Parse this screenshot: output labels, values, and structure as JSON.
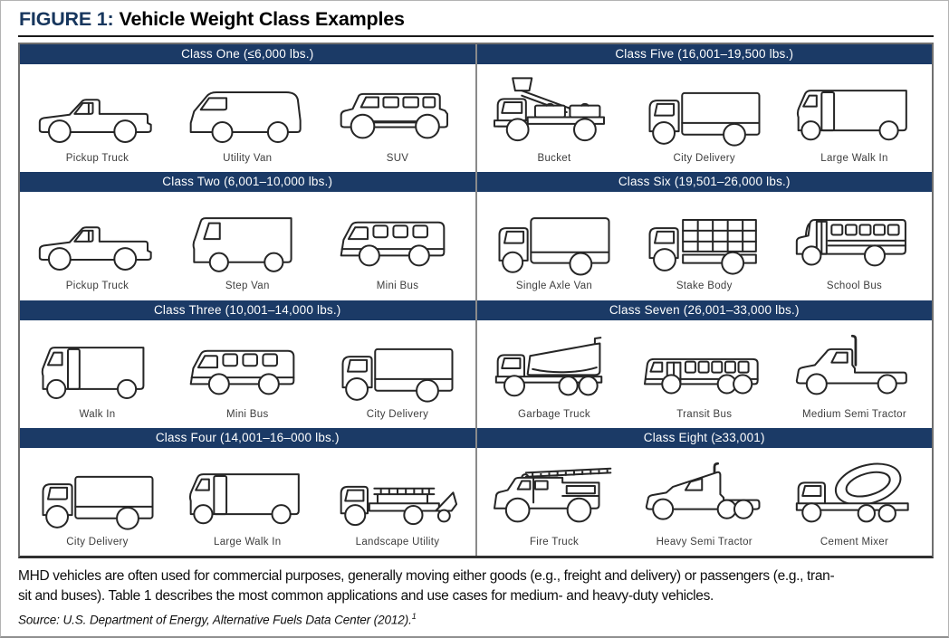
{
  "figure": {
    "label": "FIGURE 1:",
    "title": "Vehicle Weight Class Examples"
  },
  "colors": {
    "header_navy": "#1b3a66",
    "title_navy": "#17365d",
    "table_border": "#6f6f6f",
    "line_art": "#262626"
  },
  "classes": [
    {
      "title": "Class One (≤6,000 lbs.)",
      "vehicles": [
        {
          "label": "Pickup Truck",
          "icon": "pickup-truck"
        },
        {
          "label": "Utility Van",
          "icon": "utility-van"
        },
        {
          "label": "SUV",
          "icon": "suv"
        }
      ]
    },
    {
      "title": "Class Two (6,001–10,000 lbs.)",
      "vehicles": [
        {
          "label": "Pickup Truck",
          "icon": "pickup-truck"
        },
        {
          "label": "Step Van",
          "icon": "step-van"
        },
        {
          "label": "Mini Bus",
          "icon": "mini-bus"
        }
      ]
    },
    {
      "title": "Class Three (10,001–14,000 lbs.)",
      "vehicles": [
        {
          "label": "Walk In",
          "icon": "walk-in"
        },
        {
          "label": "Mini Bus",
          "icon": "mini-bus"
        },
        {
          "label": "City Delivery",
          "icon": "city-delivery"
        }
      ]
    },
    {
      "title": "Class Four (14,001–16–000 lbs.)",
      "vehicles": [
        {
          "label": "City Delivery",
          "icon": "city-delivery"
        },
        {
          "label": "Large Walk In",
          "icon": "large-walk-in"
        },
        {
          "label": "Landscape Utility",
          "icon": "landscape-utility"
        }
      ]
    },
    {
      "title": "Class Five (16,001–19,500 lbs.)",
      "vehicles": [
        {
          "label": "Bucket",
          "icon": "bucket"
        },
        {
          "label": "City Delivery",
          "icon": "city-delivery"
        },
        {
          "label": "Large Walk In",
          "icon": "large-walk-in"
        }
      ]
    },
    {
      "title": "Class Six (19,501–26,000 lbs.)",
      "vehicles": [
        {
          "label": "Single Axle Van",
          "icon": "single-axle-van"
        },
        {
          "label": "Stake Body",
          "icon": "stake-body"
        },
        {
          "label": "School Bus",
          "icon": "school-bus"
        }
      ]
    },
    {
      "title": "Class Seven (26,001–33,000 lbs.)",
      "vehicles": [
        {
          "label": "Garbage Truck",
          "icon": "garbage-truck"
        },
        {
          "label": "Transit Bus",
          "icon": "transit-bus"
        },
        {
          "label": "Medium Semi Tractor",
          "icon": "medium-semi-tractor"
        }
      ]
    },
    {
      "title": "Class Eight (≥33,001)",
      "vehicles": [
        {
          "label": "Fire Truck",
          "icon": "fire-truck"
        },
        {
          "label": "Heavy Semi Tractor",
          "icon": "heavy-semi-tractor"
        },
        {
          "label": "Cement Mixer",
          "icon": "cement-mixer"
        }
      ]
    }
  ],
  "caption": {
    "line1": "MHD vehicles are often used for commercial purposes, generally moving either goods (e.g., freight and delivery) or passengers (e.g., tran-",
    "line2": "sit and buses). Table 1 describes the most common applications and use cases for medium- and heavy-duty vehicles."
  },
  "source": {
    "text": "Source: U.S. Department of Energy, Alternative Fuels Data Center (2012).",
    "footnote": "1"
  }
}
